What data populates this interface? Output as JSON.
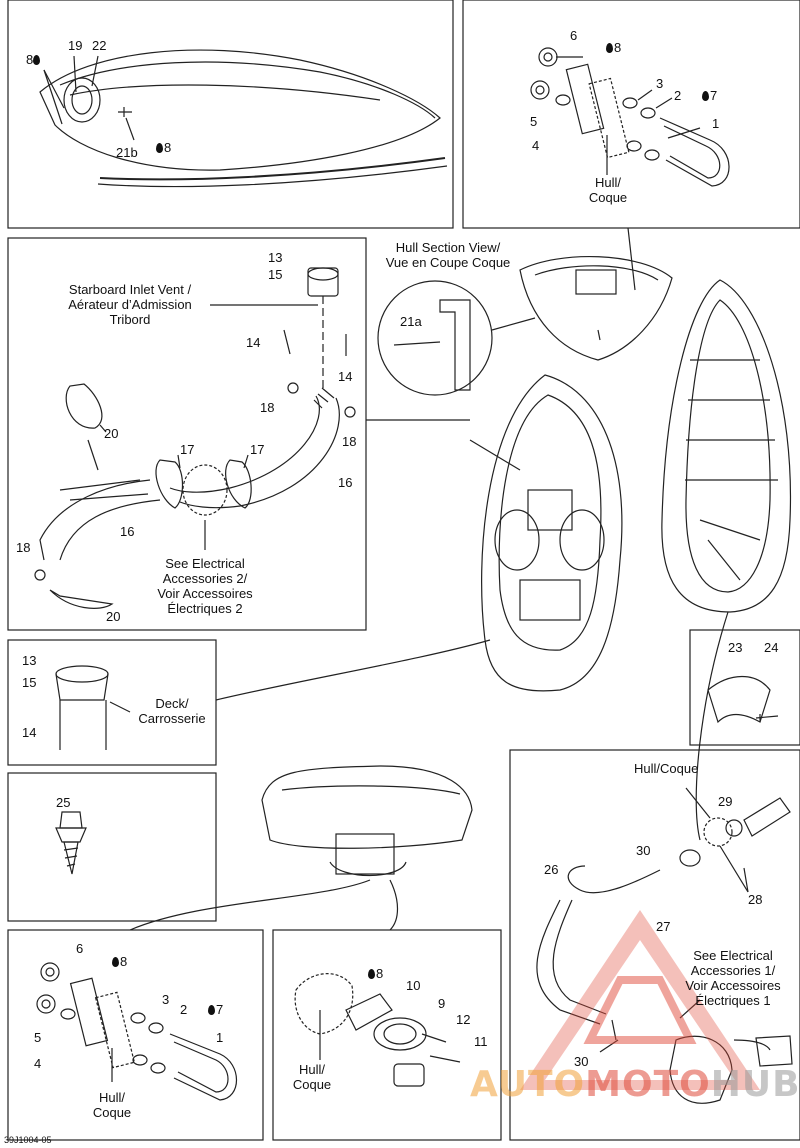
{
  "diagram_code": "39J1004-05",
  "colors": {
    "line": "#222222",
    "watermark_red": "#e04a3a",
    "watermark_orange": "#f2a23a",
    "watermark_gray": "#9a9a9a"
  },
  "callouts": {
    "n1": "1",
    "n2": "2",
    "n3": "3",
    "n4": "4",
    "n5": "5",
    "n6": "6",
    "n7": "7",
    "n8": "8",
    "n9": "9",
    "n10": "10",
    "n11": "11",
    "n12": "12",
    "n13": "13",
    "n14": "14",
    "n15": "15",
    "n16": "16",
    "n17": "17",
    "n18": "18",
    "n19": "19",
    "n20": "20",
    "n21a": "21a",
    "n21b": "21b",
    "n22": "22",
    "n23": "23",
    "n24": "24",
    "n25": "25",
    "n26": "26",
    "n27": "27",
    "n28": "28",
    "n29": "29",
    "n30": "30"
  },
  "text": {
    "hull_coque_1": "Hull/",
    "hull_coque_2": "Coque",
    "hull_coque_inline": "Hull/Coque",
    "section_view_1": "Hull Section View/",
    "section_view_2": "Vue en Coupe Coque",
    "inlet_1": "Starboard Inlet Vent /",
    "inlet_2": "Aérateur d’Admission",
    "inlet_3": "Tribord",
    "elec2_1": "See Electrical",
    "elec2_2": "Accessories 2/",
    "elec2_3": "Voir Accessoires",
    "elec2_4": "Électriques 2",
    "deck_1": "Deck/",
    "deck_2": "Carrosserie",
    "elec1_1": "See Electrical",
    "elec1_2": "Accessories 1/",
    "elec1_3": "Voir Accessoires",
    "elec1_4": "Électriques 1"
  },
  "watermark": {
    "part1": "AUTO",
    "part2": "MOTO",
    "part3": "HUB"
  }
}
